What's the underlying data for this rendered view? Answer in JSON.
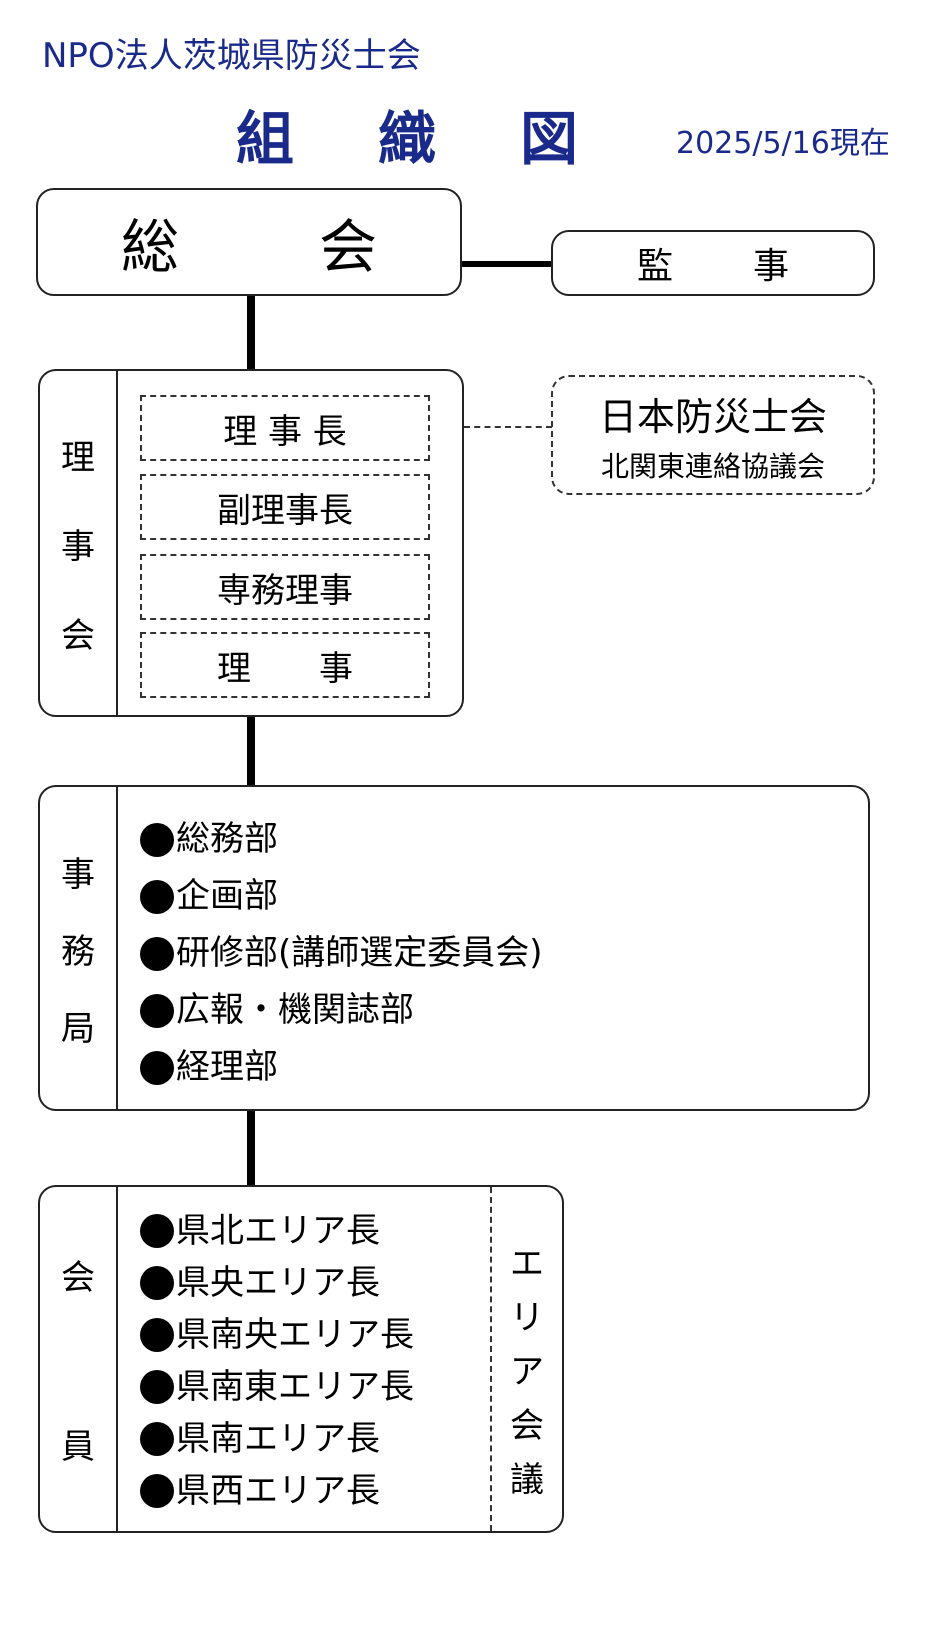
{
  "header": {
    "organization": "NPO法人茨城県防災士会",
    "title_chars": [
      "組",
      "織",
      "図"
    ],
    "date": "2025/5/16現在"
  },
  "colors": {
    "header_text": "#1a2a8a",
    "lines": "#000000"
  },
  "general_assembly": {
    "chars": [
      "総",
      "会"
    ]
  },
  "auditor": {
    "chars": [
      "監",
      "事"
    ]
  },
  "external": {
    "line1": "日本防災士会",
    "line2": "北関東連絡協議会"
  },
  "board": {
    "side_label": [
      "理",
      "事",
      "会"
    ],
    "roles": [
      "理 事 長",
      "副理事長",
      "専務理事",
      "理　　事"
    ]
  },
  "secretariat": {
    "side_label": [
      "事",
      "務",
      "局"
    ],
    "departments": [
      "総務部",
      "企画部",
      "研修部(講師選定委員会)",
      "広報・機関誌部",
      "経理部"
    ]
  },
  "members": {
    "side_label": [
      "会",
      "員"
    ],
    "area_heads": [
      "県北エリア長",
      "県央エリア長",
      "県南央エリア長",
      "県南東エリア長",
      "県南エリア長",
      "県西エリア長"
    ],
    "area_council": [
      "エ",
      "リ",
      "ア",
      "会",
      "議"
    ]
  }
}
